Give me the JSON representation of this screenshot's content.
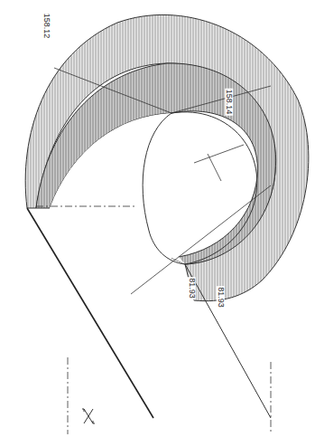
{
  "diagram": {
    "labels": [
      "158.12",
      "158.14",
      "81.93",
      "81.93"
    ]
  }
}
